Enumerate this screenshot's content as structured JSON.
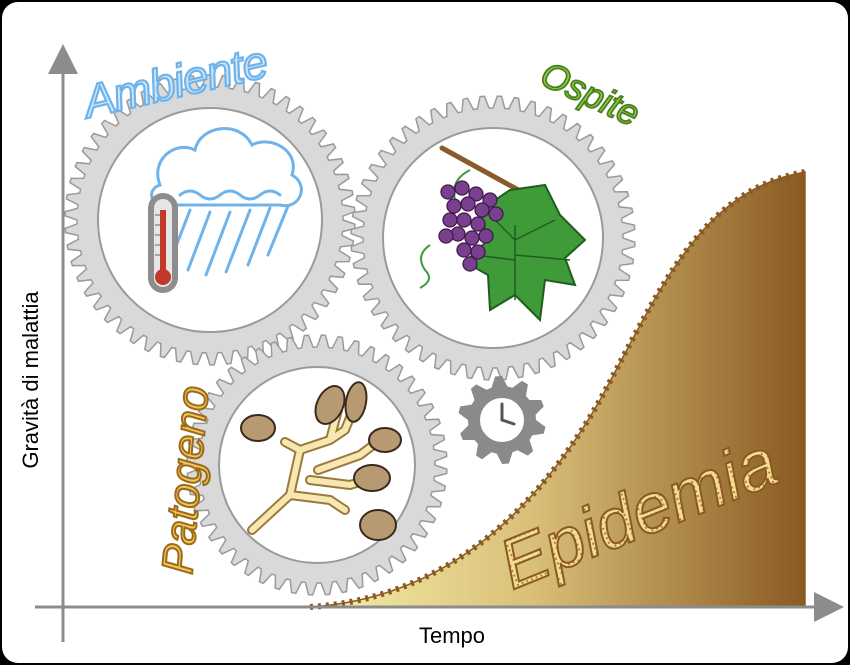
{
  "labels": {
    "ambiente": "Ambiente",
    "ospite": "Ospite",
    "patogeno": "Patogeno",
    "epidemia": "Epidemia"
  },
  "axes": {
    "x_label": "Tempo",
    "y_label": "Gravità di malattia"
  },
  "colors": {
    "ambiente": "#6fb3ea",
    "ospite": "#5a9a2a",
    "patogeno": "#c8922e",
    "epidemia_dark": "#8a5a22",
    "epidemia_light": "#f2ea9c",
    "gear": "#d9d9d9",
    "gear_stroke": "#9a9a9a"
  },
  "icons": [
    "weather-icon",
    "thermometer-icon",
    "grapes-icon",
    "vine-leaf-icon",
    "fungal-spores-icon",
    "clock-gear-icon"
  ]
}
